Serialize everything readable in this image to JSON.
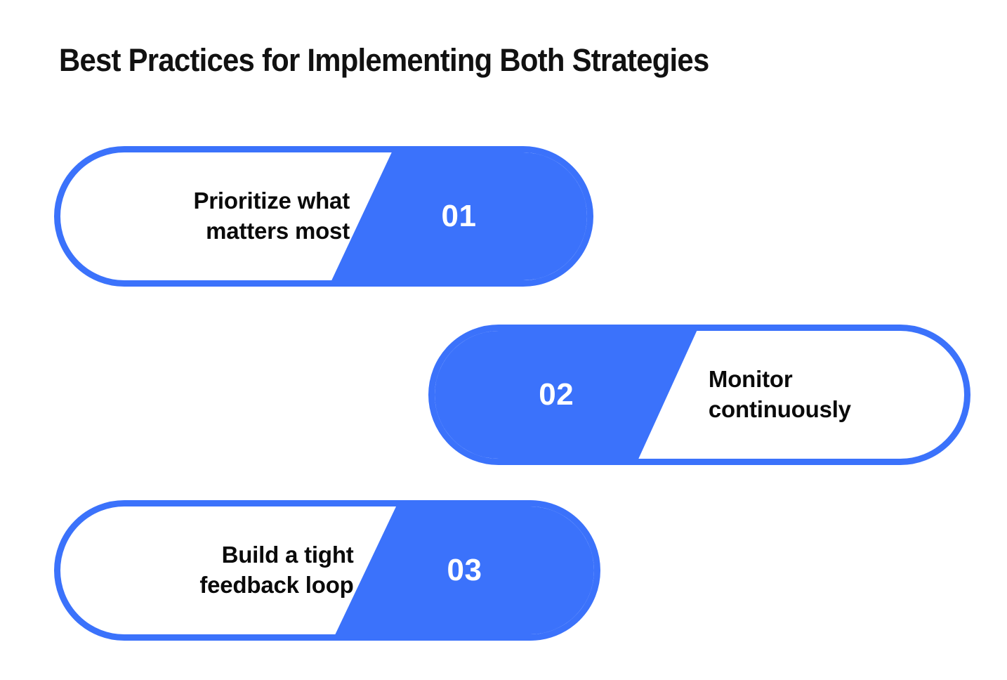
{
  "title": "Best Practices for Implementing Both Strategies",
  "theme": {
    "accent": "#3b72fb",
    "background": "#ffffff",
    "title_color": "#111111",
    "label_color": "#0a0a0a",
    "number_color": "#ffffff"
  },
  "steps": [
    {
      "number": "01",
      "label_line1": "Prioritize what",
      "label_line2": "matters most",
      "label_side": "left"
    },
    {
      "number": "02",
      "label_line1": "Monitor",
      "label_line2": "continuously",
      "label_side": "right"
    },
    {
      "number": "03",
      "label_line1": "Build a tight",
      "label_line2": "feedback loop",
      "label_side": "left"
    }
  ]
}
